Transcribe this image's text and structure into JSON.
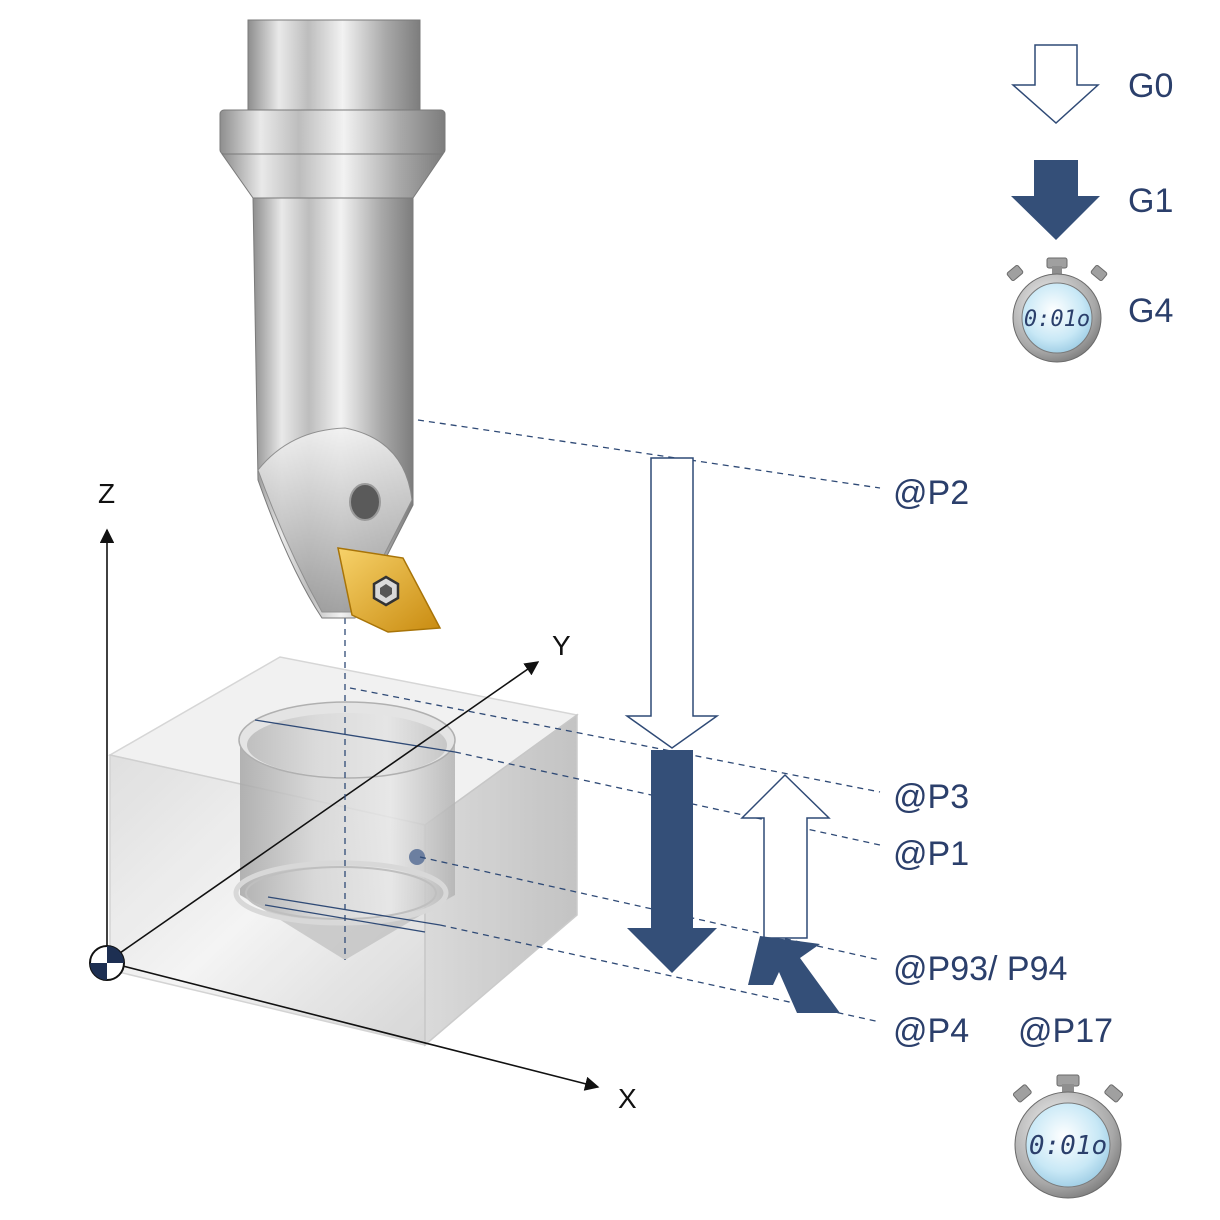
{
  "colors": {
    "dark_blue": "#344f78",
    "label_blue": "#2b3f6b",
    "outline_blue": "#2f4a76",
    "gold": "#e0a723"
  },
  "legend": {
    "g0": "G0",
    "g1": "G1",
    "g4": "G4"
  },
  "axes": {
    "x": "X",
    "y": "Y",
    "z": "Z"
  },
  "points": {
    "p2": "@P2",
    "p3": "@P3",
    "p1": "@P1",
    "p93_p94": "@P93/ P94",
    "p4": "@P4",
    "p17": "@P17"
  },
  "stopwatch": {
    "display": "0:01o"
  },
  "icons": [
    "stopwatch-icon",
    "origin-icon"
  ]
}
